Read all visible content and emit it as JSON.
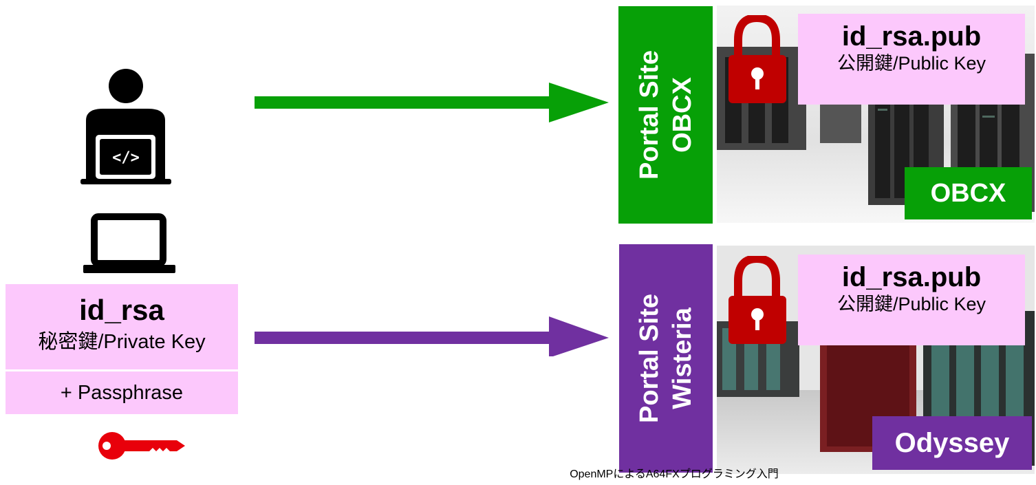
{
  "private_key": {
    "filename": "id_rsa",
    "label": "秘密鍵/Private Key",
    "passphrase": "+ Passphrase"
  },
  "portals": [
    {
      "line1": "Portal Site",
      "line2": "OBCX",
      "color": "#07a007"
    },
    {
      "line1": "Portal Site",
      "line2": "Wisteria",
      "color": "#7030a0"
    }
  ],
  "public_keys": [
    {
      "filename": "id_rsa.pub",
      "label": "公開鍵/Public Key"
    },
    {
      "filename": "id_rsa.pub",
      "label": "公開鍵/Public Key"
    }
  ],
  "machines": [
    "OBCX",
    "Odyssey"
  ],
  "footer": "OpenMPによるA64FXプログラミング入門",
  "icons": [
    "person-laptop-icon",
    "laptop-icon",
    "key-icon",
    "padlock-icon",
    "arrow-icon"
  ]
}
